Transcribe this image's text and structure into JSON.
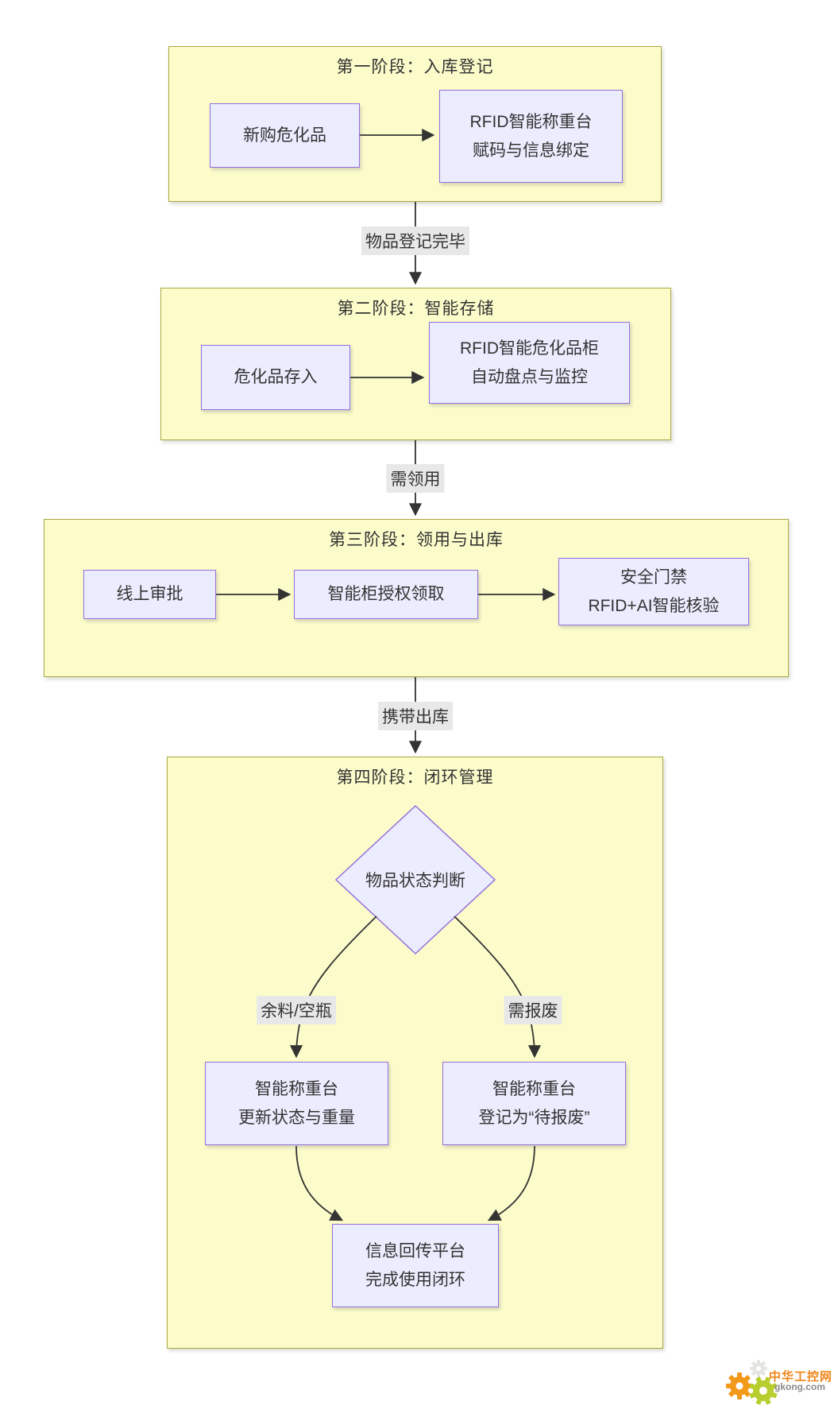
{
  "diagram": {
    "stages": [
      {
        "title": "第一阶段：入库登记"
      },
      {
        "title": "第二阶段：智能存储"
      },
      {
        "title": "第三阶段：领用与出库"
      },
      {
        "title": "第四阶段：闭环管理"
      }
    ],
    "nodes": {
      "new_hazmat": {
        "lines": [
          "新购危化品"
        ]
      },
      "rfid_weigh_register": {
        "lines": [
          "RFID智能称重台",
          "赋码与信息绑定"
        ]
      },
      "hazmat_deposit": {
        "lines": [
          "危化品存入"
        ]
      },
      "rfid_cabinet": {
        "lines": [
          "RFID智能危化品柜",
          "自动盘点与监控"
        ]
      },
      "online_approval": {
        "lines": [
          "线上审批"
        ]
      },
      "cabinet_authorized_pickup": {
        "lines": [
          "智能柜授权领取"
        ]
      },
      "security_gate": {
        "lines": [
          "安全门禁",
          "RFID+AI智能核验"
        ]
      },
      "status_decision": {
        "lines": [
          "物品状态判断"
        ]
      },
      "weigh_update": {
        "lines": [
          "智能称重台",
          "更新状态与重量"
        ]
      },
      "weigh_scrap": {
        "lines": [
          "智能称重台",
          "登记为“待报废”"
        ]
      },
      "info_feedback": {
        "lines": [
          "信息回传平台",
          "完成使用闭环"
        ]
      }
    },
    "edge_labels": {
      "register_done": "物品登记完毕",
      "need_pickup": "需领用",
      "carry_out": "携带出库",
      "residual_empty": "余料/空瓶",
      "to_scrap": "需报废"
    }
  },
  "watermark": {
    "brand": "中华工控网",
    "domain": "gkong.com"
  },
  "colors": {
    "stage_fill": "#FCFCCB",
    "stage_border": "#A9A940",
    "node_fill": "#ECECFF",
    "node_border": "#9370DB",
    "edge_label_bg": "#E8E8E8",
    "text": "#333333",
    "arrow": "#333333",
    "logo_orange": "#F39919",
    "logo_green": "#B7CE2E",
    "logo_text_orange": "#F08519",
    "logo_text_gray": "#8A8A8A"
  }
}
